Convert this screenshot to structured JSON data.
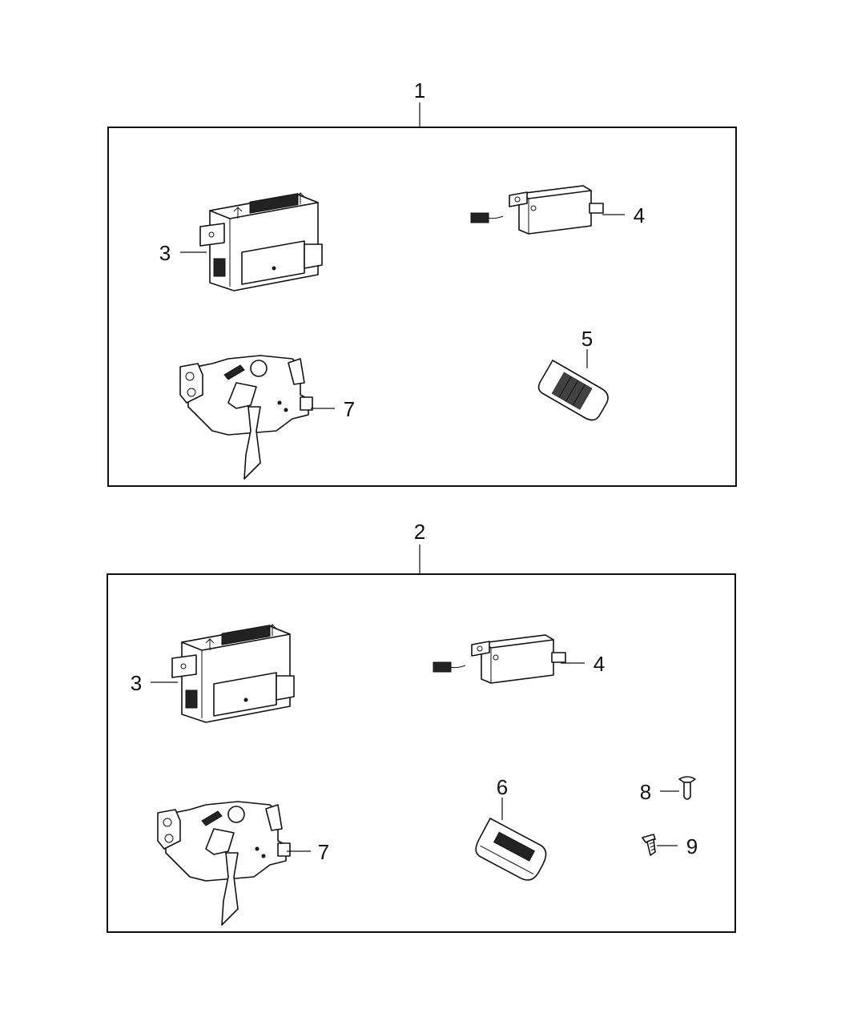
{
  "assemblies": [
    {
      "label": "1",
      "callouts": [
        "3",
        "4",
        "5",
        "7"
      ]
    },
    {
      "label": "2",
      "callouts": [
        "3",
        "4",
        "6",
        "7",
        "8",
        "9"
      ]
    }
  ],
  "icons": {
    "control_module": "control-module-icon",
    "antenna_module": "antenna-module-icon",
    "key_fob_fobik": "key-fob-icon",
    "smart_key": "smart-key-icon",
    "hood_latch": "hood-latch-icon",
    "push_pin": "push-pin-icon",
    "screw_rivet": "rivet-icon"
  }
}
